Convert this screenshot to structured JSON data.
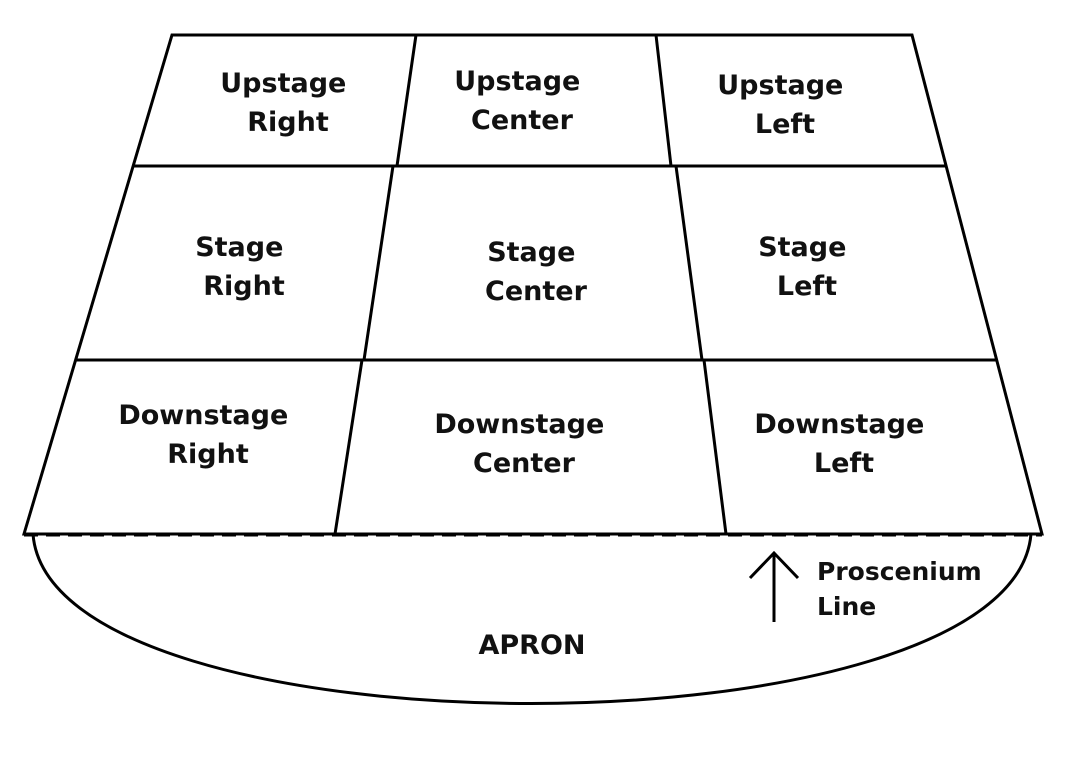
{
  "stage_areas": {
    "upstage_right": [
      "Upstage",
      "Right"
    ],
    "upstage_center": [
      "Upstage",
      "Center"
    ],
    "upstage_left": [
      "Upstage",
      "Left"
    ],
    "stage_right": [
      "Stage",
      "Right"
    ],
    "stage_center": [
      "Stage",
      "Center"
    ],
    "stage_left": [
      "Stage",
      "Left"
    ],
    "downstage_right": [
      "Downstage",
      "Right"
    ],
    "downstage_center": [
      "Downstage",
      "Center"
    ],
    "downstage_left": [
      "Downstage",
      "Left"
    ]
  },
  "apron_label": "APRON",
  "proscenium_label": [
    "Proscenium",
    "Line"
  ]
}
